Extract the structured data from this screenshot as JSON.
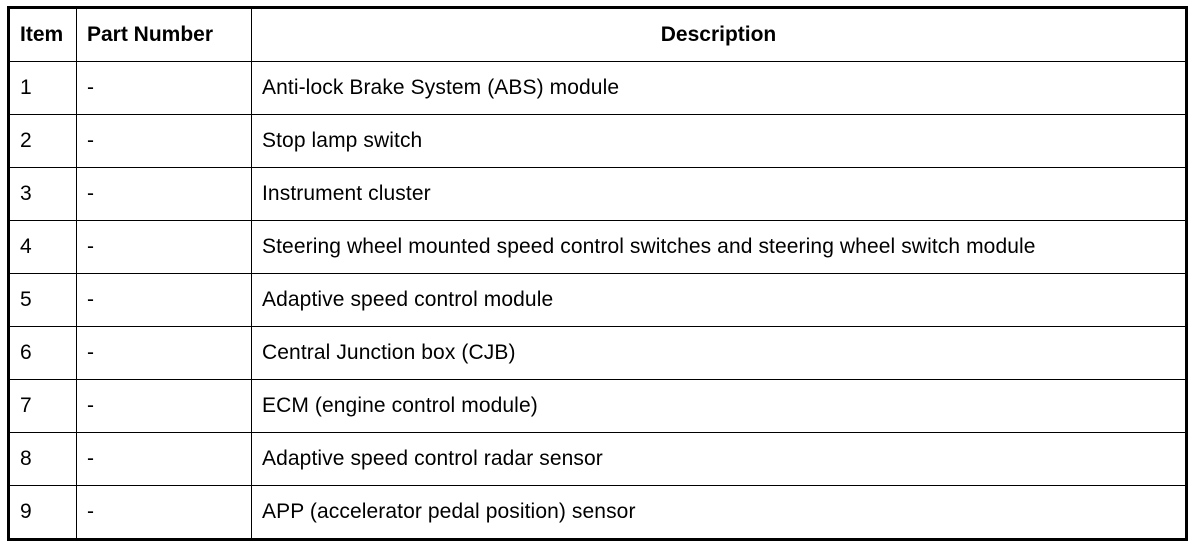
{
  "table": {
    "headers": {
      "item": "Item",
      "part_number": "Part Number",
      "description": "Description"
    },
    "rows": [
      {
        "item": "1",
        "part_number": "-",
        "description": "Anti-lock Brake System (ABS) module"
      },
      {
        "item": "2",
        "part_number": "-",
        "description": "Stop lamp switch"
      },
      {
        "item": "3",
        "part_number": "-",
        "description": "Instrument cluster"
      },
      {
        "item": "4",
        "part_number": "-",
        "description": "Steering wheel mounted speed control switches and steering wheel switch module"
      },
      {
        "item": "5",
        "part_number": "-",
        "description": "Adaptive speed control module"
      },
      {
        "item": "6",
        "part_number": "-",
        "description": "Central Junction box (CJB)"
      },
      {
        "item": "7",
        "part_number": "-",
        "description": "ECM (engine control module)"
      },
      {
        "item": "8",
        "part_number": "-",
        "description": "Adaptive speed control radar sensor"
      },
      {
        "item": "9",
        "part_number": "-",
        "description": "APP (accelerator pedal position) sensor"
      }
    ]
  }
}
